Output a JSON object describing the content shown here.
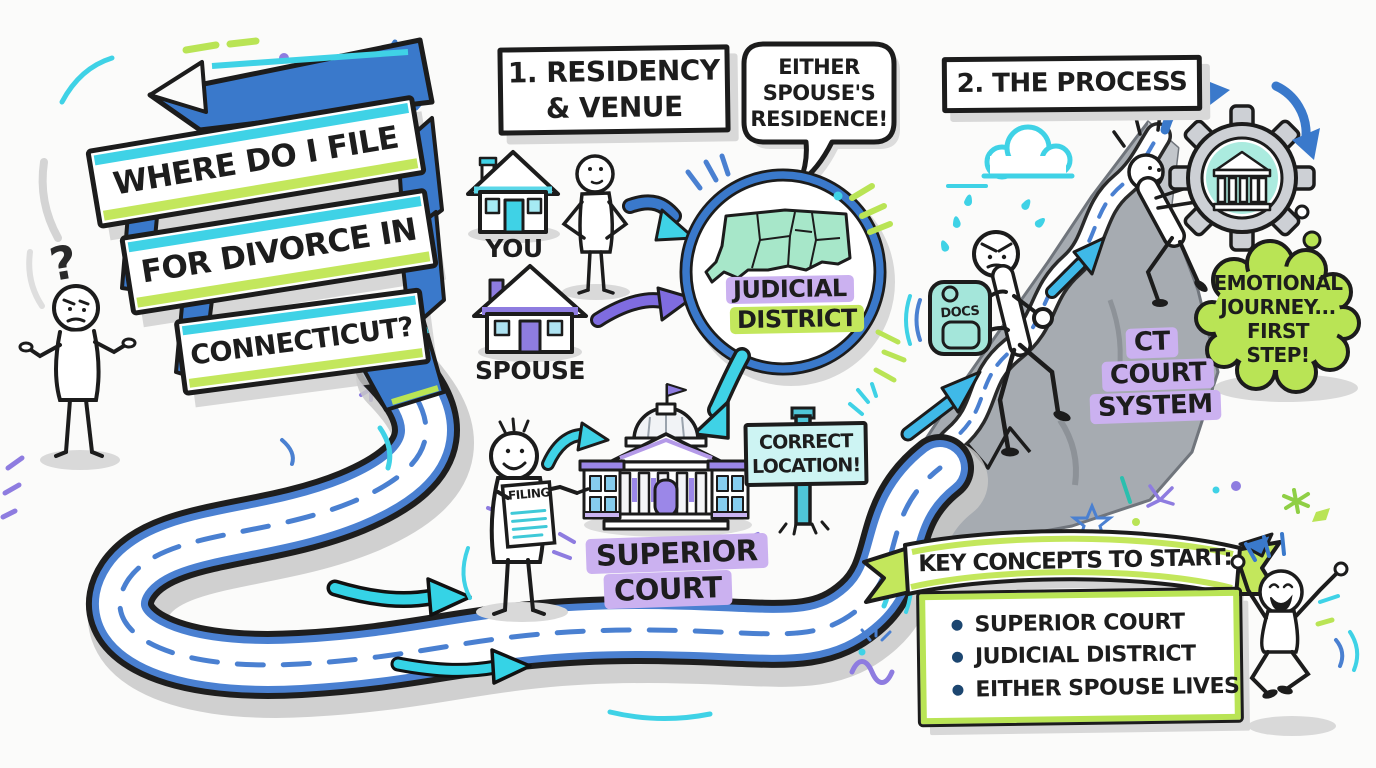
{
  "title": {
    "line1": "WHERE DO I FILE",
    "line2": "FOR DIVORCE IN",
    "line3": "CONNECTICUT?"
  },
  "decor": {
    "question_mark": "?"
  },
  "section1": {
    "box_line1": "1. RESIDENCY",
    "box_line2": "& VENUE",
    "you_label": "YOU",
    "spouse_label": "SPOUSE",
    "bubble": {
      "l1": "EITHER",
      "l2": "SPOUSE'S",
      "l3": "RESIDENCE!"
    },
    "magnifier": {
      "l1": "JUDICIAL",
      "l2": "DISTRICT"
    },
    "sign": {
      "l1": "CORRECT",
      "l2": "LOCATION!"
    },
    "court": {
      "l1": "SUPERIOR",
      "l2": "COURT"
    },
    "filing_doc_label": "FILING"
  },
  "section2": {
    "heading": "2. THE PROCESS",
    "docs_label": "DOCS",
    "court_system": {
      "l1": "CT",
      "l2": "COURT",
      "l3": "SYSTEM"
    },
    "thought": {
      "l1": "EMOTIONAL",
      "l2": "JOURNEY...",
      "l3": "FIRST",
      "l4": "STEP!"
    }
  },
  "key_concepts": {
    "heading": "KEY CONCEPTS TO START:",
    "items": [
      "SUPERIOR COURT",
      "JUDICIAL DISTRICT",
      "EITHER SPOUSE LIVES"
    ]
  },
  "colors": {
    "ribbon_blue": "#3a79cb",
    "cyan": "#3fd2e6",
    "lime": "#b9e455",
    "purple_highlight": "#cbb1f0",
    "purple": "#8e7ce0",
    "mint_map": "#a7e7c9",
    "ink": "#1c1c1c",
    "shadow_gray": "#d8d8d8"
  }
}
